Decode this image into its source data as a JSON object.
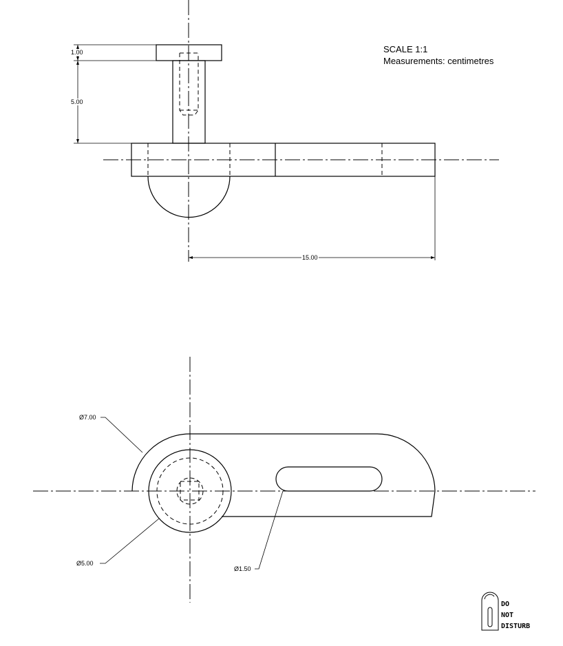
{
  "notes": {
    "scale": "SCALE 1:1",
    "units": "Measurements: centimetres"
  },
  "dimensions": {
    "cap_thickness": "1.00",
    "shaft_height": "5.00",
    "arm_length": "15.00",
    "outer_diameter": "Ø7.00",
    "hub_diameter": "Ø5.00",
    "slot_width": "Ø1.50"
  },
  "logo": {
    "text": "DO NOT DISTURB"
  }
}
